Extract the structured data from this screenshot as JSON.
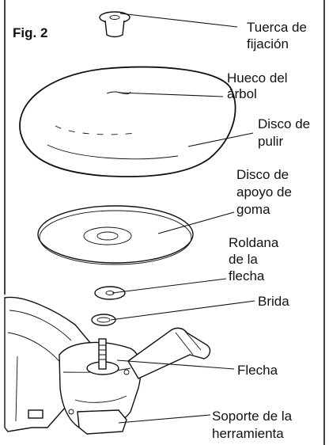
{
  "figure": {
    "title": "Fig. 2"
  },
  "labels": {
    "nut_1": "Tuerca de",
    "nut_2": "fijación",
    "hole_1": "Hueco del",
    "hole_2": "árbol",
    "pad_1": "Disco de",
    "pad_2": "pulir",
    "backing_1": "Disco de",
    "backing_2": "apoyo de",
    "backing_3": "goma",
    "washer_1": "Roldana",
    "washer_2": "de la",
    "washer_3": "flecha",
    "flange_1": "Brida",
    "spindle_1": "Flecha",
    "support_1": "Soporte de la",
    "support_2": "herramienta"
  }
}
